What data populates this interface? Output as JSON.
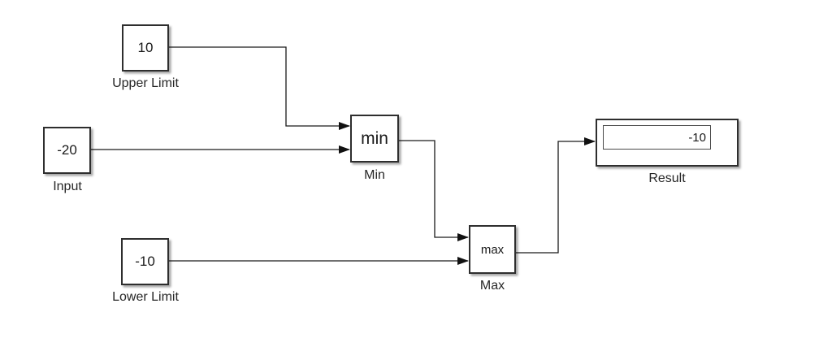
{
  "diagram": {
    "background_color": "#ffffff",
    "wire_color": "#1a1a1a",
    "block_border_color": "#2e2e2e",
    "block_fill_color": "#ffffff",
    "blocks": {
      "upper_limit": {
        "type": "constant",
        "value": "10",
        "label": "Upper Limit"
      },
      "input": {
        "type": "constant",
        "value": "-20",
        "label": "Input"
      },
      "lower_limit": {
        "type": "constant",
        "value": "-10",
        "label": "Lower Limit"
      },
      "min": {
        "type": "minmax",
        "value": "min",
        "label": "Min"
      },
      "max": {
        "type": "minmax",
        "value": "max",
        "label": "Max"
      },
      "result": {
        "type": "display",
        "value": "-10",
        "label": "Result"
      }
    },
    "connections": [
      {
        "from": "Upper Limit",
        "to": "Min input 1"
      },
      {
        "from": "Input",
        "to": "Min input 2"
      },
      {
        "from": "Min",
        "to": "Max input 1"
      },
      {
        "from": "Lower Limit",
        "to": "Max input 2"
      },
      {
        "from": "Max",
        "to": "Result"
      }
    ]
  }
}
